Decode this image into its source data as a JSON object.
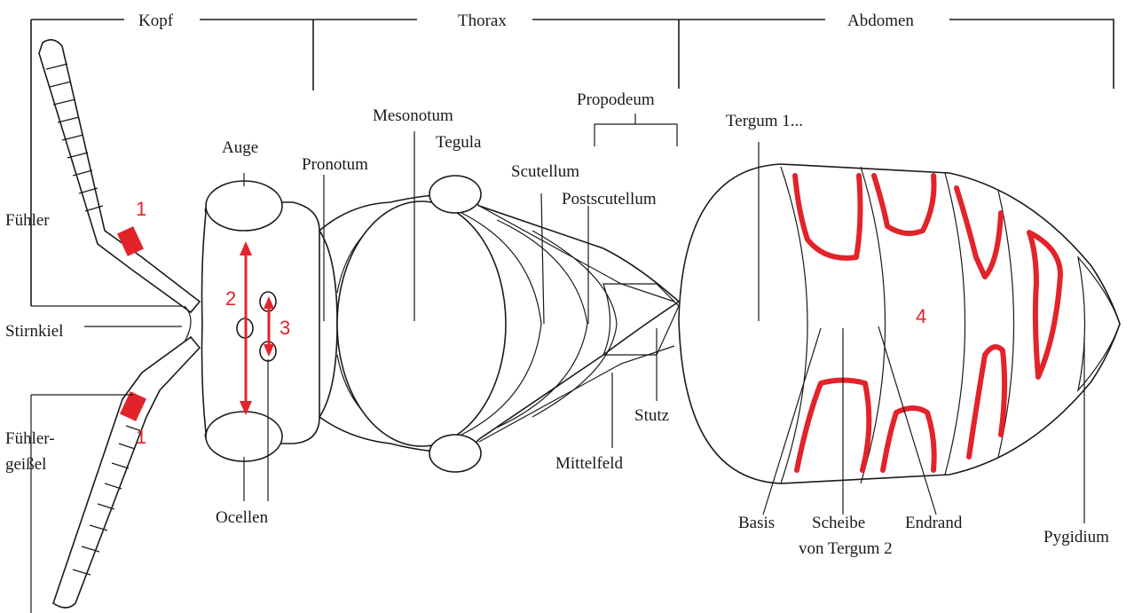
{
  "colors": {
    "line": "#1a1a1a",
    "highlight": "#e2232a",
    "background": "#ffffff"
  },
  "regions": {
    "kopf": "Kopf",
    "thorax": "Thorax",
    "abdomen": "Abdomen"
  },
  "labels": {
    "fuehler": "Fühler",
    "stirnkiel": "Stirnkiel",
    "fuehlergeissel_1": "Fühler-",
    "fuehlergeissel_2": "geißel",
    "auge": "Auge",
    "ocellen": "Ocellen",
    "pronotum": "Pronotum",
    "mesonotum": "Mesonotum",
    "tegula": "Tegula",
    "propodeum": "Propodeum",
    "scutellum": "Scutellum",
    "postscutellum": "Postscutellum",
    "mittelfeld": "Mittelfeld",
    "stutz": "Stutz",
    "tergum1": "Tergum 1...",
    "basis": "Basis",
    "scheibe_1": "Scheibe",
    "scheibe_2": "von Tergum 2",
    "endrand": "Endrand",
    "pygidium": "Pygidium"
  },
  "markers": {
    "m1_top": "1",
    "m1_bottom": "1",
    "m2": "2",
    "m3": "3",
    "m4": "4"
  }
}
